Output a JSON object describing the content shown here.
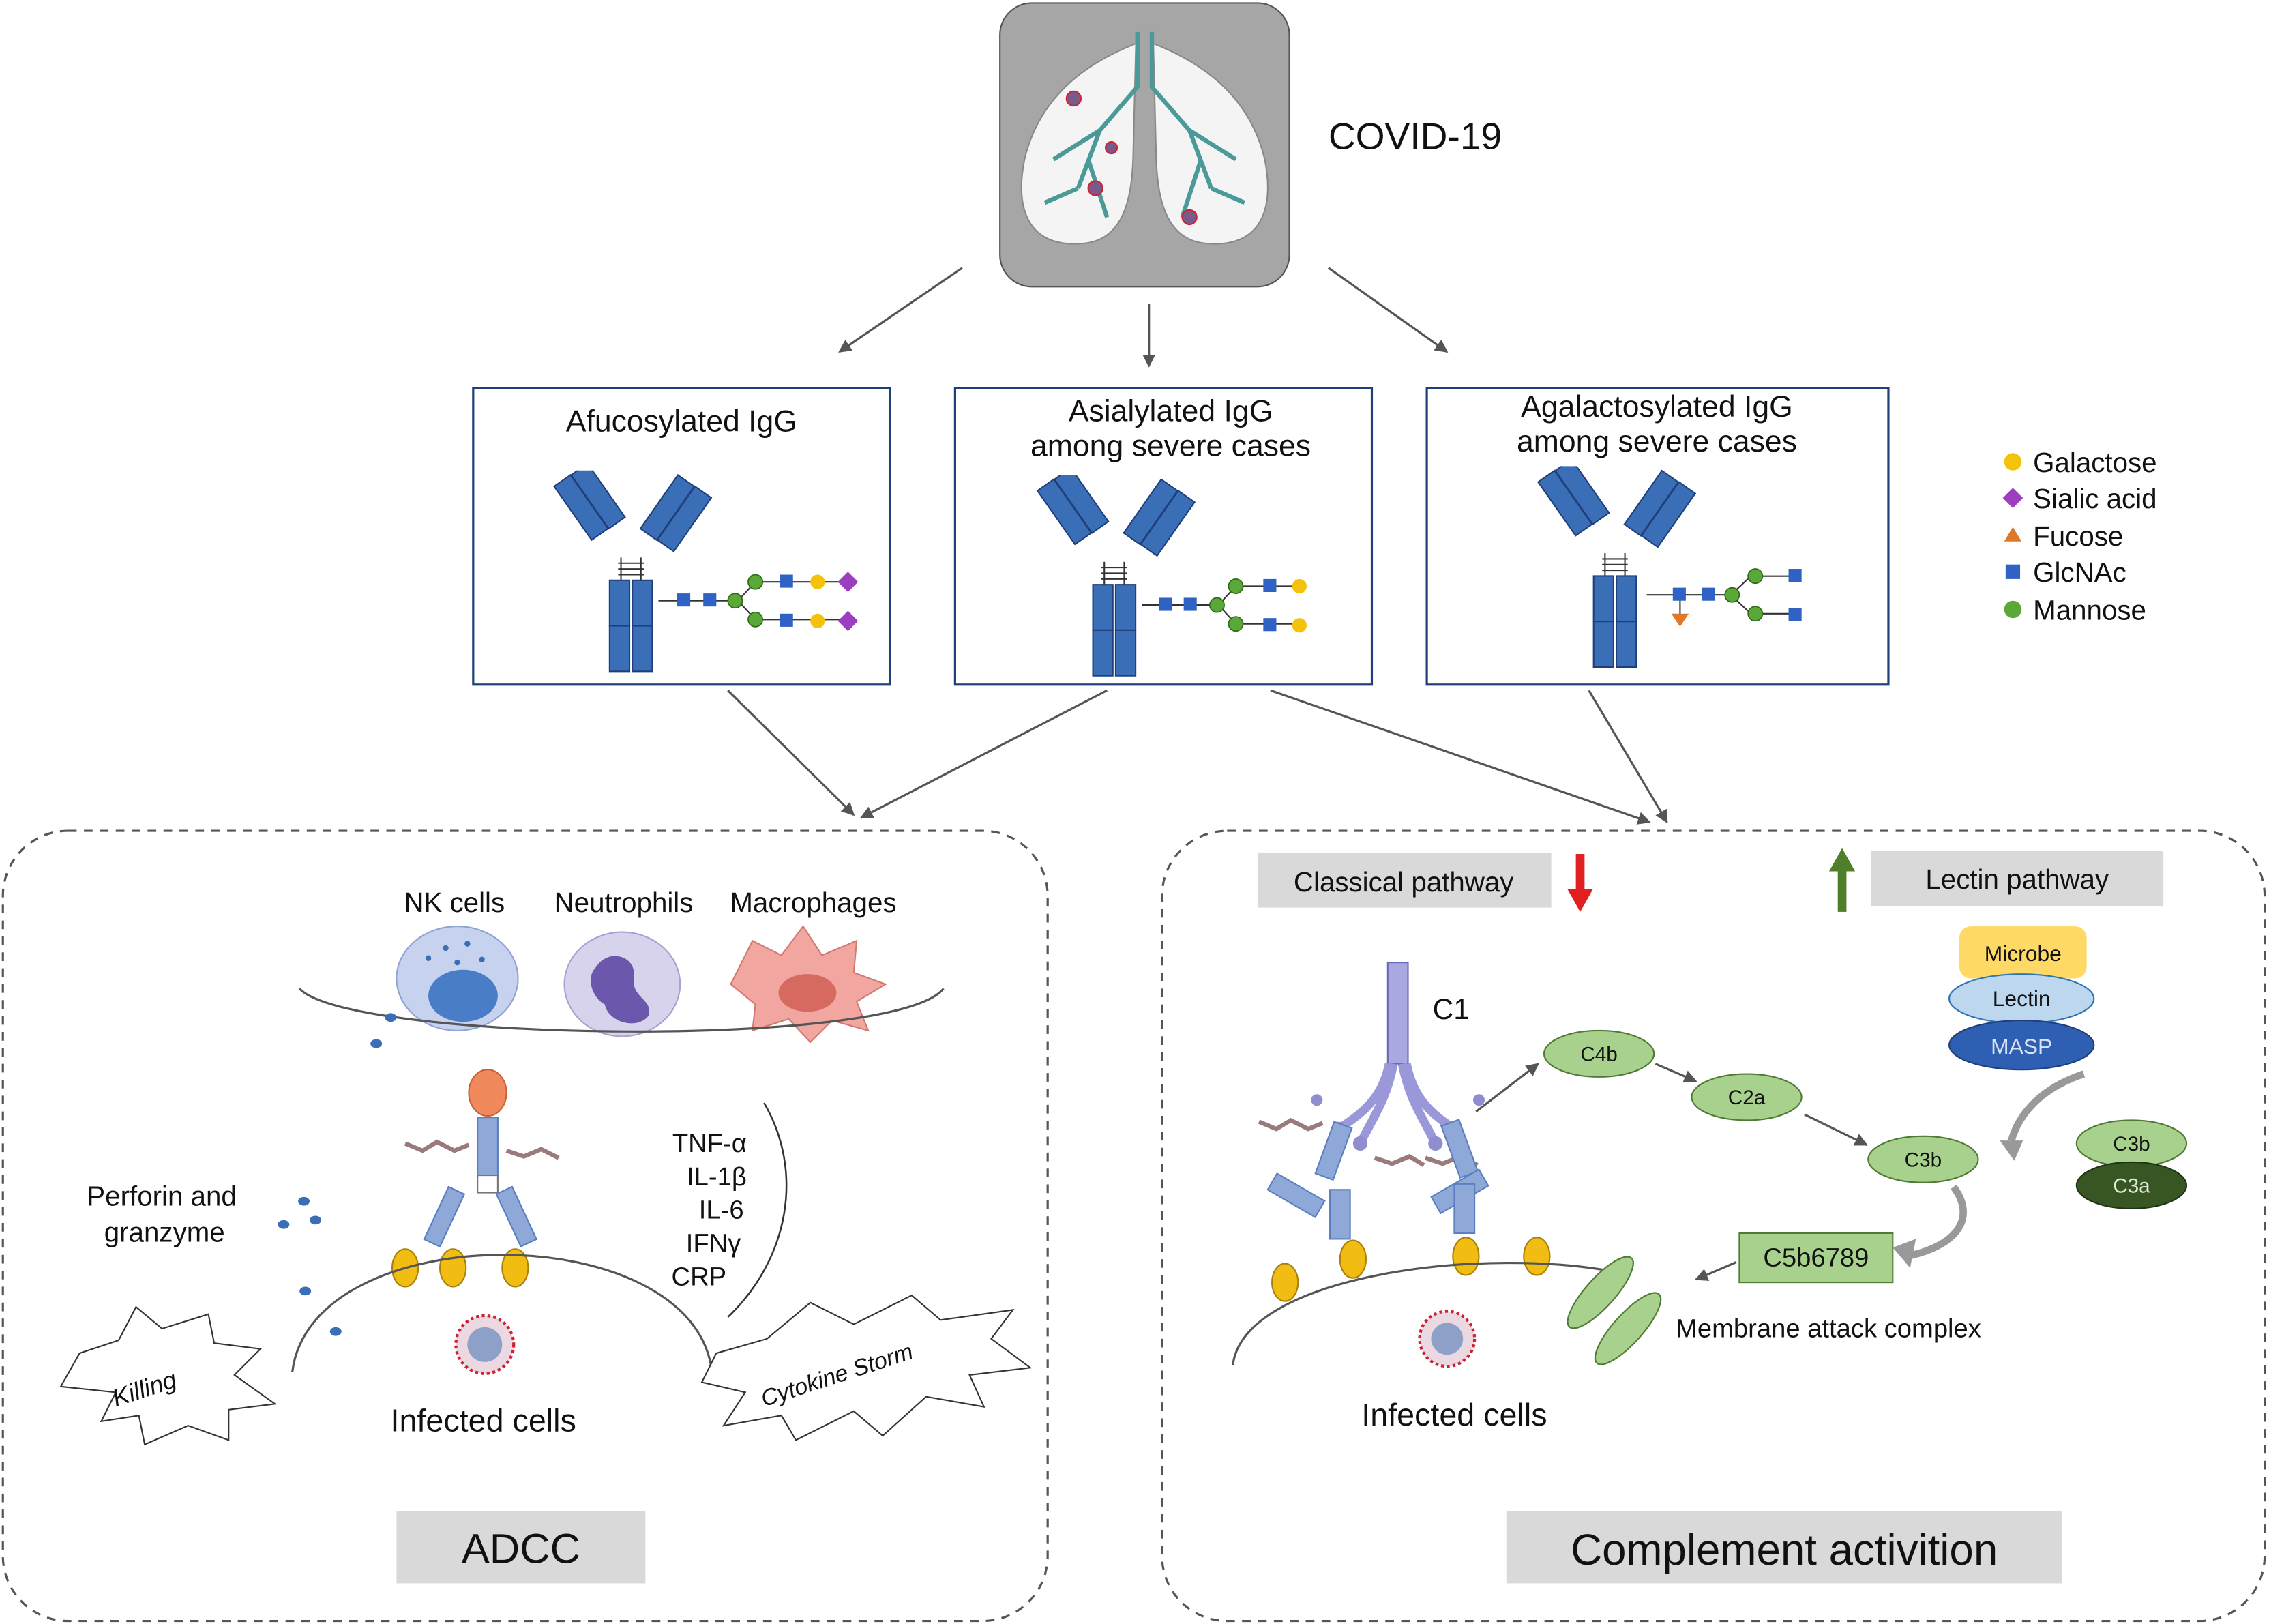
{
  "title": "COVID-19",
  "colors": {
    "box_border": "#1f3f7a",
    "igg_blue": "#3a6fb8",
    "galactose": "#f4c20d",
    "sialic": "#9b3fbf",
    "fucose": "#e0782a",
    "glcnac": "#2f62c4",
    "mannose": "#5aa838",
    "complement_green": "#a9d18e",
    "label_gray": "#d9d9d9",
    "down_arrow": "#e02020",
    "up_arrow": "#4f7f2a"
  },
  "glycoforms": [
    {
      "label": "Afucosylated IgG"
    },
    {
      "label_line1": "Asialylated IgG",
      "label_line2": "among severe cases"
    },
    {
      "label_line1": "Agalactosylated IgG",
      "label_line2": "among severe cases"
    }
  ],
  "legend": [
    {
      "label": "Galactose",
      "symbol": "circle",
      "color": "#f4c20d"
    },
    {
      "label": "Sialic  acid",
      "symbol": "diamond",
      "color": "#9b3fbf"
    },
    {
      "label": "Fucose",
      "symbol": "triangle",
      "color": "#e0782a"
    },
    {
      "label": "GlcNAc",
      "symbol": "square",
      "color": "#2f62c4"
    },
    {
      "label": "Mannose",
      "symbol": "circle",
      "color": "#5aa838"
    }
  ],
  "adcc": {
    "cells": [
      "NK cells",
      "Neutrophils",
      "Macrophages"
    ],
    "cytokines": [
      "TNF-α",
      "IL-1β",
      "IL-6",
      "IFNγ",
      "CRP"
    ],
    "perforin_line1": "Perforin and",
    "perforin_line2": "granzyme",
    "killing": "Killing",
    "storm": "Cytokine Storm",
    "infected": "Infected cells",
    "label": "ADCC"
  },
  "complement": {
    "classical": "Classical pathway",
    "lectin_pathway": "Lectin pathway",
    "c1": "C1",
    "nodes": {
      "c4b": "C4b",
      "c2a": "C2a",
      "c3b": "C3b",
      "c3b_right": "C3b",
      "c3a": "C3a",
      "c5b6789": "C5b6789",
      "microbe": "Microbe",
      "lectin": "Lectin",
      "masp": "MASP"
    },
    "mac": "Membrane attack complex",
    "infected": "Infected cells",
    "label": "Complement activition"
  }
}
